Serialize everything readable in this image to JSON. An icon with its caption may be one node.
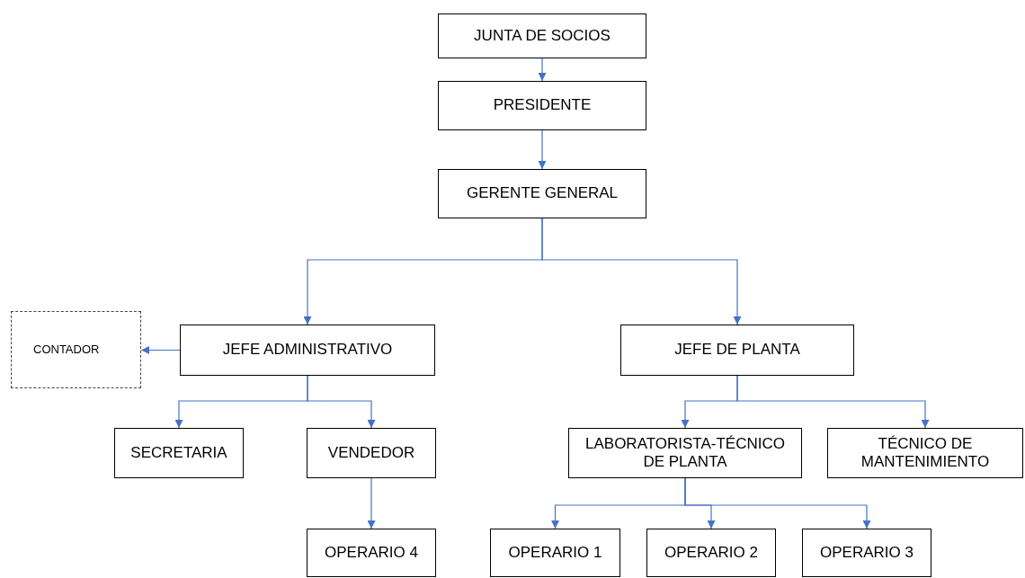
{
  "diagram": {
    "nodes": [
      {
        "text": [
          "JUNTA DE SOCIOS"
        ]
      },
      {
        "text": [
          "PRESIDENTE"
        ]
      },
      {
        "text": [
          "GERENTE GENERAL"
        ]
      },
      {
        "text": [
          "CONTADOR"
        ]
      },
      {
        "text": [
          "JEFE ADMINISTRATIVO"
        ]
      },
      {
        "text": [
          "JEFE DE PLANTA"
        ]
      },
      {
        "text": [
          "SECRETARIA"
        ]
      },
      {
        "text": [
          "VENDEDOR"
        ]
      },
      {
        "text": [
          "LABORATORISTA-TÉCNICO DE PLANTA"
        ]
      },
      {
        "text": [
          "TÉCNICO DE MANTENIMIENTO"
        ]
      },
      {
        "text": [
          "OPERARIO 4"
        ]
      },
      {
        "text": [
          "OPERARIO 1"
        ]
      },
      {
        "text": [
          "OPERARIO 2"
        ]
      },
      {
        "text": [
          "OPERARIO 3"
        ]
      }
    ],
    "edges": [
      {
        "from": 0,
        "to": 1,
        "arrow": "to"
      },
      {
        "from": 1,
        "to": 2,
        "arrow": "to"
      },
      {
        "from": 2,
        "to": 4,
        "arrow": "to"
      },
      {
        "from": 2,
        "to": 5,
        "arrow": "to"
      },
      {
        "from": 4,
        "to": 3,
        "arrow": "to"
      },
      {
        "from": 4,
        "to": 6,
        "arrow": "to"
      },
      {
        "from": 4,
        "to": 7,
        "arrow": "to"
      },
      {
        "from": 7,
        "to": 10,
        "arrow": "to"
      },
      {
        "from": 5,
        "to": 8,
        "arrow": "to"
      },
      {
        "from": 5,
        "to": 9,
        "arrow": "to"
      },
      {
        "from": 8,
        "to": 11,
        "arrow": "to"
      },
      {
        "from": 8,
        "to": 12,
        "arrow": "to"
      },
      {
        "from": 8,
        "to": 13,
        "arrow": "to"
      }
    ]
  }
}
